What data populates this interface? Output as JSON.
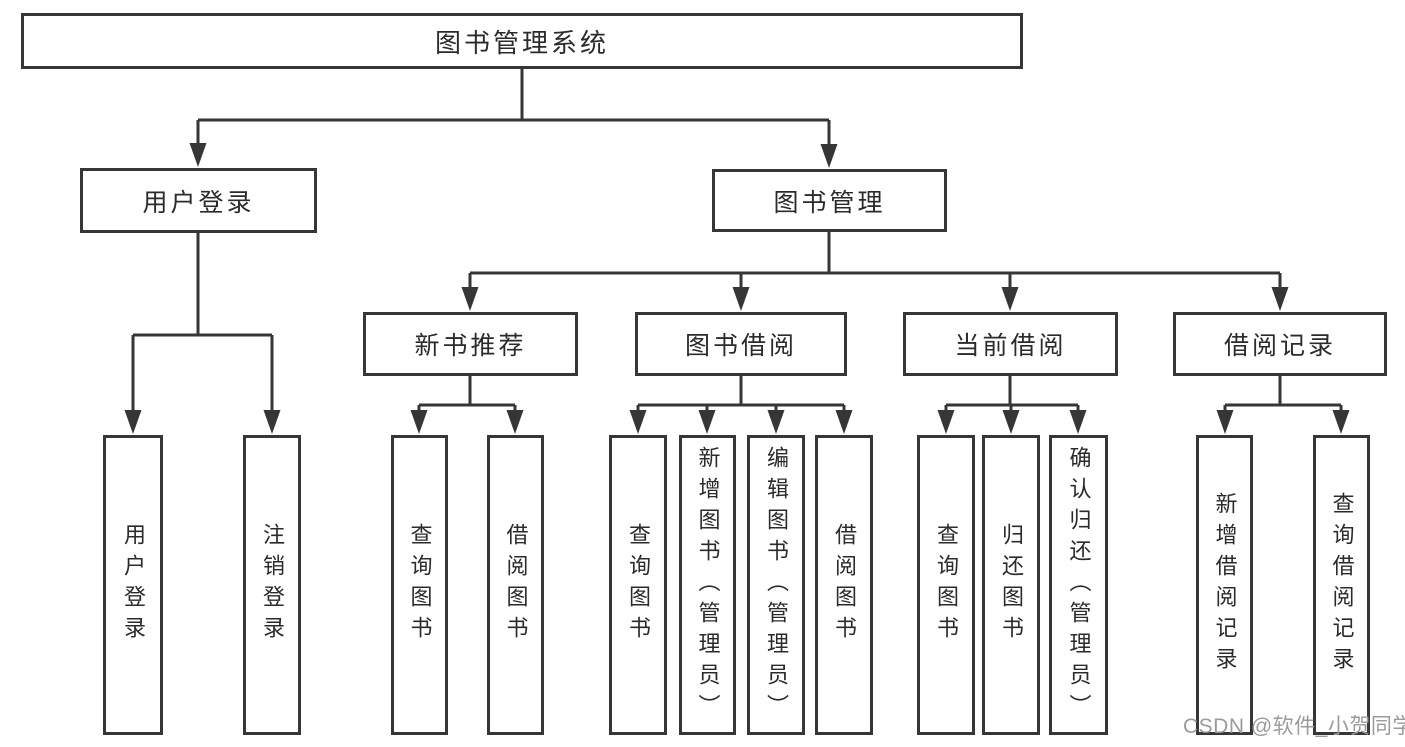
{
  "diagram": {
    "root": {
      "label": "图书管理系统",
      "children": [
        {
          "label": "用户登录",
          "children": [
            {
              "label": "用户登录"
            },
            {
              "label": "注销登录"
            }
          ]
        },
        {
          "label": "图书管理",
          "children": [
            {
              "label": "新书推荐",
              "children": [
                {
                  "label": "查询图书"
                },
                {
                  "label": "借阅图书"
                }
              ]
            },
            {
              "label": "图书借阅",
              "children": [
                {
                  "label": "查询图书"
                },
                {
                  "label": "新增图书（管理员）"
                },
                {
                  "label": "编辑图书（管理员）"
                },
                {
                  "label": "借阅图书"
                }
              ]
            },
            {
              "label": "当前借阅",
              "children": [
                {
                  "label": "查询图书"
                },
                {
                  "label": "归还图书"
                },
                {
                  "label": "确认归还（管理员）"
                }
              ]
            },
            {
              "label": "借阅记录",
              "children": [
                {
                  "label": "新增借阅记录"
                },
                {
                  "label": "查询借阅记录"
                }
              ]
            }
          ]
        }
      ]
    }
  },
  "watermark": "CSDN @软件_小贺同学",
  "colors": {
    "line": "#363636",
    "text": "#2b2b2b",
    "watermark": "#9b9b9b",
    "background": "#ffffff"
  }
}
